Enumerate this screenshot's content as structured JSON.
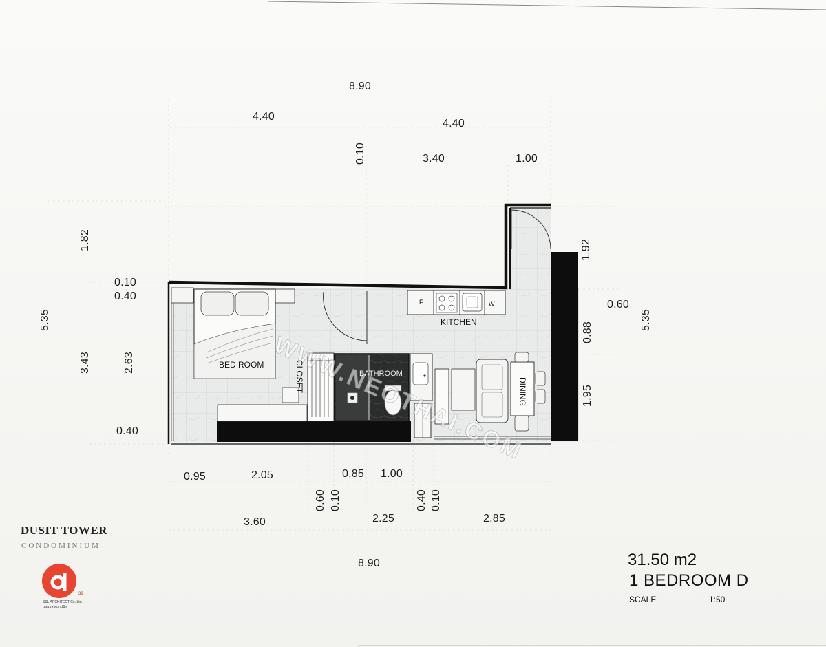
{
  "project": {
    "name": "DUSIT TOWER",
    "subtitle": "CONDOMINIUM",
    "logo_page": "39",
    "logo_caption_line1": "SSL ARCHITECT Co.,Ltd.",
    "logo_caption_line2": "เอสเอส สถาปนิก",
    "logo_color": "#e8442f"
  },
  "unit": {
    "area": "31.50 m2",
    "type": "1 BEDROOM D",
    "scale_label": "SCALE",
    "scale_value": "1:50"
  },
  "rooms": {
    "bedroom": "BED ROOM",
    "closet": "CLOSET",
    "bathroom": "BATHROOM",
    "kitchen": "KITCHEN",
    "dining": "DINING",
    "fridge": "F",
    "washer": "W"
  },
  "watermark": "WWW.NEOTHAI.COM",
  "dimensions": {
    "top_total": "8.90",
    "top_left": "4.40",
    "top_right": "4.40",
    "top_wall": "0.10",
    "top_kitchen": "3.40",
    "top_balcony": "1.00",
    "left_total": "5.35",
    "left_upper": "1.82",
    "left_wall1": "0.10",
    "left_wall2": "0.40",
    "left_mid": "3.43",
    "left_inner": "2.63",
    "left_bottom": "0.40",
    "right_total": "5.35",
    "right_upper": "1.92",
    "right_a": "0.60",
    "right_b": "0.88",
    "right_c": "1.95",
    "bottom_a": "0.95",
    "bottom_b": "2.05",
    "bottom_c": "0.85",
    "bottom_d": "1.00",
    "bottom_wall1": "0.60",
    "bottom_wall2": "0.10",
    "bottom_wall3": "0.40",
    "bottom_wall4": "0.10",
    "bottom_left": "3.60",
    "bottom_mid": "2.25",
    "bottom_right": "2.85",
    "bottom_total": "8.90"
  }
}
